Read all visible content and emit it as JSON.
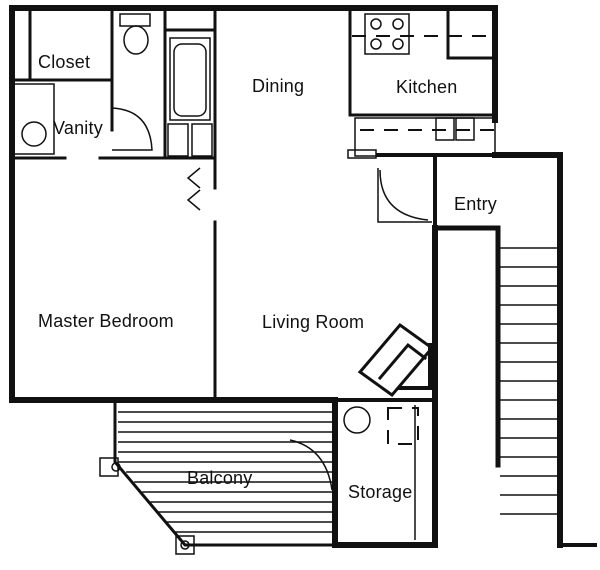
{
  "rooms": {
    "closet": "Closet",
    "vanity": "Vanity",
    "dining": "Dining",
    "kitchen": "Kitchen",
    "entry": "Entry",
    "master_bedroom": "Master Bedroom",
    "living_room": "Living Room",
    "balcony": "Balcony",
    "storage": "Storage"
  },
  "colors": {
    "ink": "#111111",
    "paper": "#ffffff"
  }
}
